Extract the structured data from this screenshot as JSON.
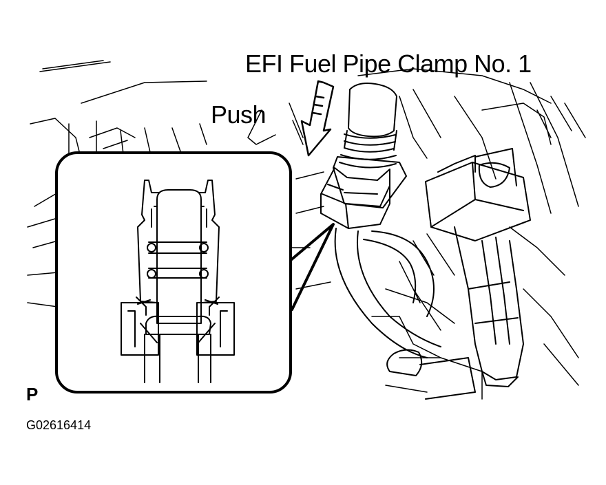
{
  "labels": {
    "part_name": "EFI Fuel Pipe Clamp No. 1",
    "action": "Push",
    "view_letter": "P",
    "figure_id": "G02616414"
  },
  "colors": {
    "ink": "#000000",
    "paper": "#ffffff"
  }
}
